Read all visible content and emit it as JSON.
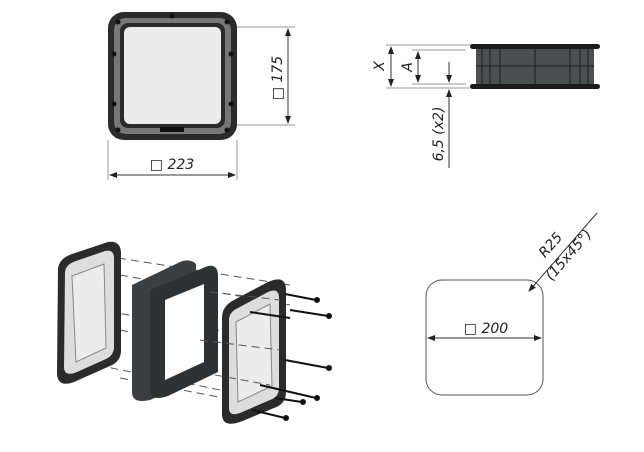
{
  "front_view": {
    "width_label": "□ 223",
    "height_label": "□ 175"
  },
  "side_view": {
    "x_label": "X",
    "a_label": "A",
    "flange_label": "6,5 (x2)"
  },
  "cutout_view": {
    "size_label": "□ 200",
    "radius_label": "R25",
    "chamfer_label": "(15x45°)"
  },
  "colors": {
    "frame": "#2b2b2b",
    "glass": "#ececec",
    "body": "#4a4f50"
  }
}
